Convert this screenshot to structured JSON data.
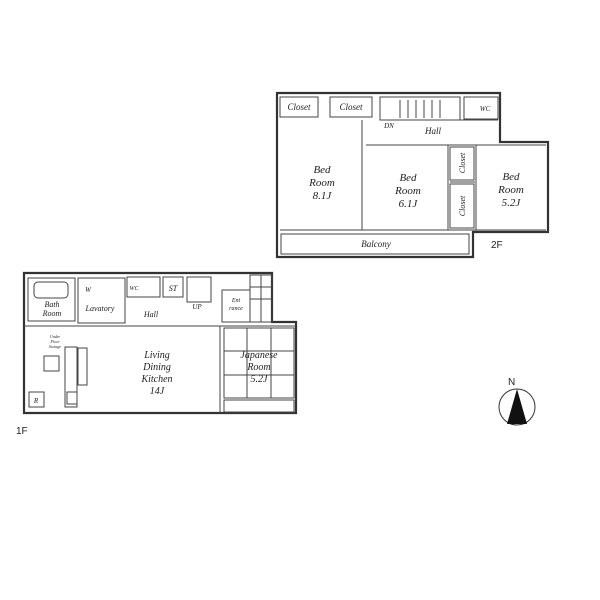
{
  "floor2": {
    "label": "2F",
    "rooms": {
      "closet_a": "Closet",
      "closet_b": "Closet",
      "wc": "WC",
      "dn": "DN",
      "hall": "Hall",
      "bed1_line1": "Bed",
      "bed1_line2": "Room",
      "bed1_size": "8.1J",
      "bed2_line1": "Bed",
      "bed2_line2": "Room",
      "bed2_size": "6.1J",
      "closet_c": "Closet",
      "closet_d": "Closet",
      "bed3_line1": "Bed",
      "bed3_line2": "Room",
      "bed3_size": "5.2J",
      "balcony": "Balcony"
    }
  },
  "floor1": {
    "label": "1F",
    "rooms": {
      "bath_line1": "Bath",
      "bath_line2": "Room",
      "w": "W",
      "lavatory": "Lavatory",
      "wc": "WC",
      "st": "ST",
      "up": "UP",
      "hall": "Hall",
      "entrance_line1": "Ent",
      "entrance_line2": "rance",
      "storage_line1": "Under",
      "storage_line2": "Floor",
      "storage_line3": "Storage",
      "ldk_line1": "Living",
      "ldk_line2": "Dining",
      "ldk_line3": "Kitchen",
      "ldk_size": "14J",
      "jp_line1": "Japanese",
      "jp_line2": "Room",
      "jp_size": "5.2J",
      "r": "R"
    }
  },
  "compass": {
    "label": "N",
    "icon": "north-arrow-icon"
  }
}
